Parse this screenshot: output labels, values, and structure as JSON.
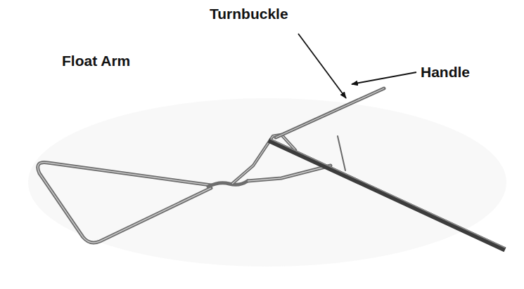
{
  "diagram": {
    "labels": [
      "Turnbuckle",
      "Float Arm",
      "Handle"
    ]
  }
}
